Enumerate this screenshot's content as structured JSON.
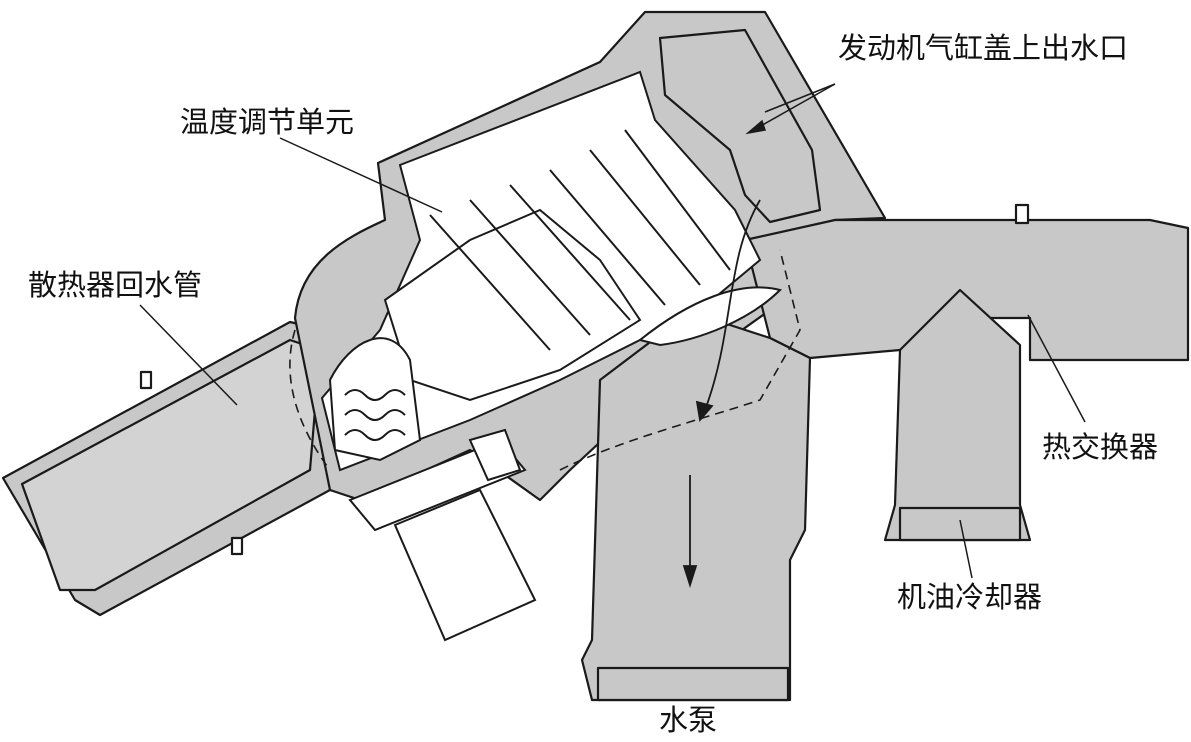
{
  "labels": {
    "cylinder_head_outlet": "发动机气缸盖上出水口",
    "thermostat_unit": "温度调节单元",
    "radiator_return_pipe": "散热器回水管",
    "heat_exchanger": "热交换器",
    "oil_cooler": "机油冷却器",
    "water_pump": "水泵"
  },
  "colors": {
    "housing_fill": "#c8c8c8",
    "outline": "#1a1a1a",
    "background": "#ffffff"
  }
}
